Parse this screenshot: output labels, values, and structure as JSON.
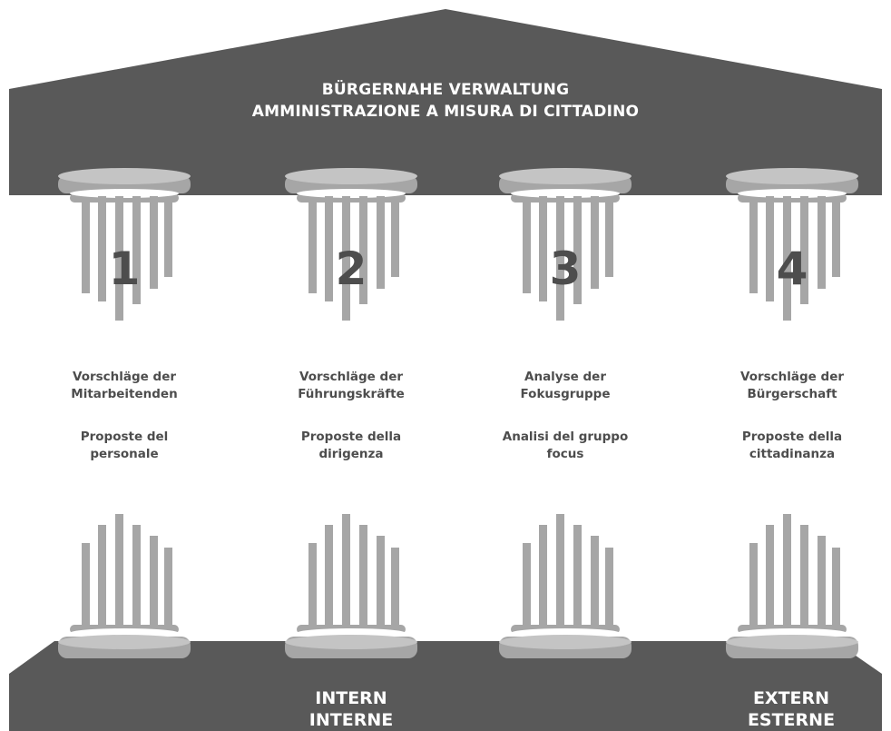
{
  "roof": {
    "title_de": "BÜRGERNAHE VERWALTUNG",
    "title_it": "AMMINISTRAZIONE A MISURA DI CITTADINO"
  },
  "pillars": [
    {
      "number": "1",
      "label_de": [
        "Vorschläge der",
        "Mitarbeitenden"
      ],
      "label_it": [
        "Proposte del",
        "personale"
      ]
    },
    {
      "number": "2",
      "label_de": [
        "Vorschläge der",
        "Führungskräfte"
      ],
      "label_it": [
        "Proposte della",
        "dirigenza"
      ]
    },
    {
      "number": "3",
      "label_de": [
        "Analyse der",
        "Fokusgruppe"
      ],
      "label_it": [
        "Analisi del gruppo",
        "focus"
      ]
    },
    {
      "number": "4",
      "label_de": [
        "Vorschläge der",
        "Bürgerschaft"
      ],
      "label_it": [
        "Proposte della",
        "cittadinanza"
      ]
    }
  ],
  "base": {
    "intern": {
      "de": "INTERN",
      "it": "INTERNE"
    },
    "extern": {
      "de": "EXTERN",
      "it": "ESTERNE"
    }
  },
  "colors": {
    "roof": "#595959",
    "capital": "#a6a6a6",
    "capital_light": "#c4c4c4",
    "number": "#4d4d4d",
    "label": "#4d4d4d"
  }
}
